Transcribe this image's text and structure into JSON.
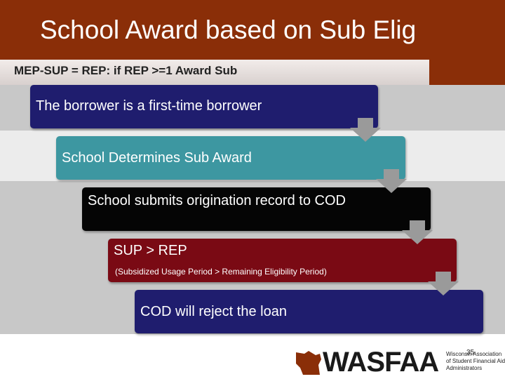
{
  "slide": {
    "title": "School Award based on Sub Elig",
    "subtitle": "MEP-SUP = REP: if REP >=1 Award Sub",
    "page_number": "35"
  },
  "steps": [
    {
      "text": "The borrower is a first-time borrower"
    },
    {
      "text": "School Determines Sub Award"
    },
    {
      "text": "School submits origination record to COD"
    },
    {
      "text": "SUP > REP",
      "note": "(Subsidized Usage Period > Remaining Eligibility Period)"
    },
    {
      "text": "COD will reject the loan"
    }
  ],
  "logo": {
    "name": "WASFAA",
    "tagline": "Wisconsin Association\nof Student Financial Aid\nAdministrators"
  },
  "colors": {
    "header": "#8a2e08",
    "step1": "#1f1d6e",
    "step2": "#3d97a1",
    "step3": "#050505",
    "step4": "#7a0a14",
    "step5": "#1f1d6e",
    "arrow": "#9a9a9a"
  }
}
